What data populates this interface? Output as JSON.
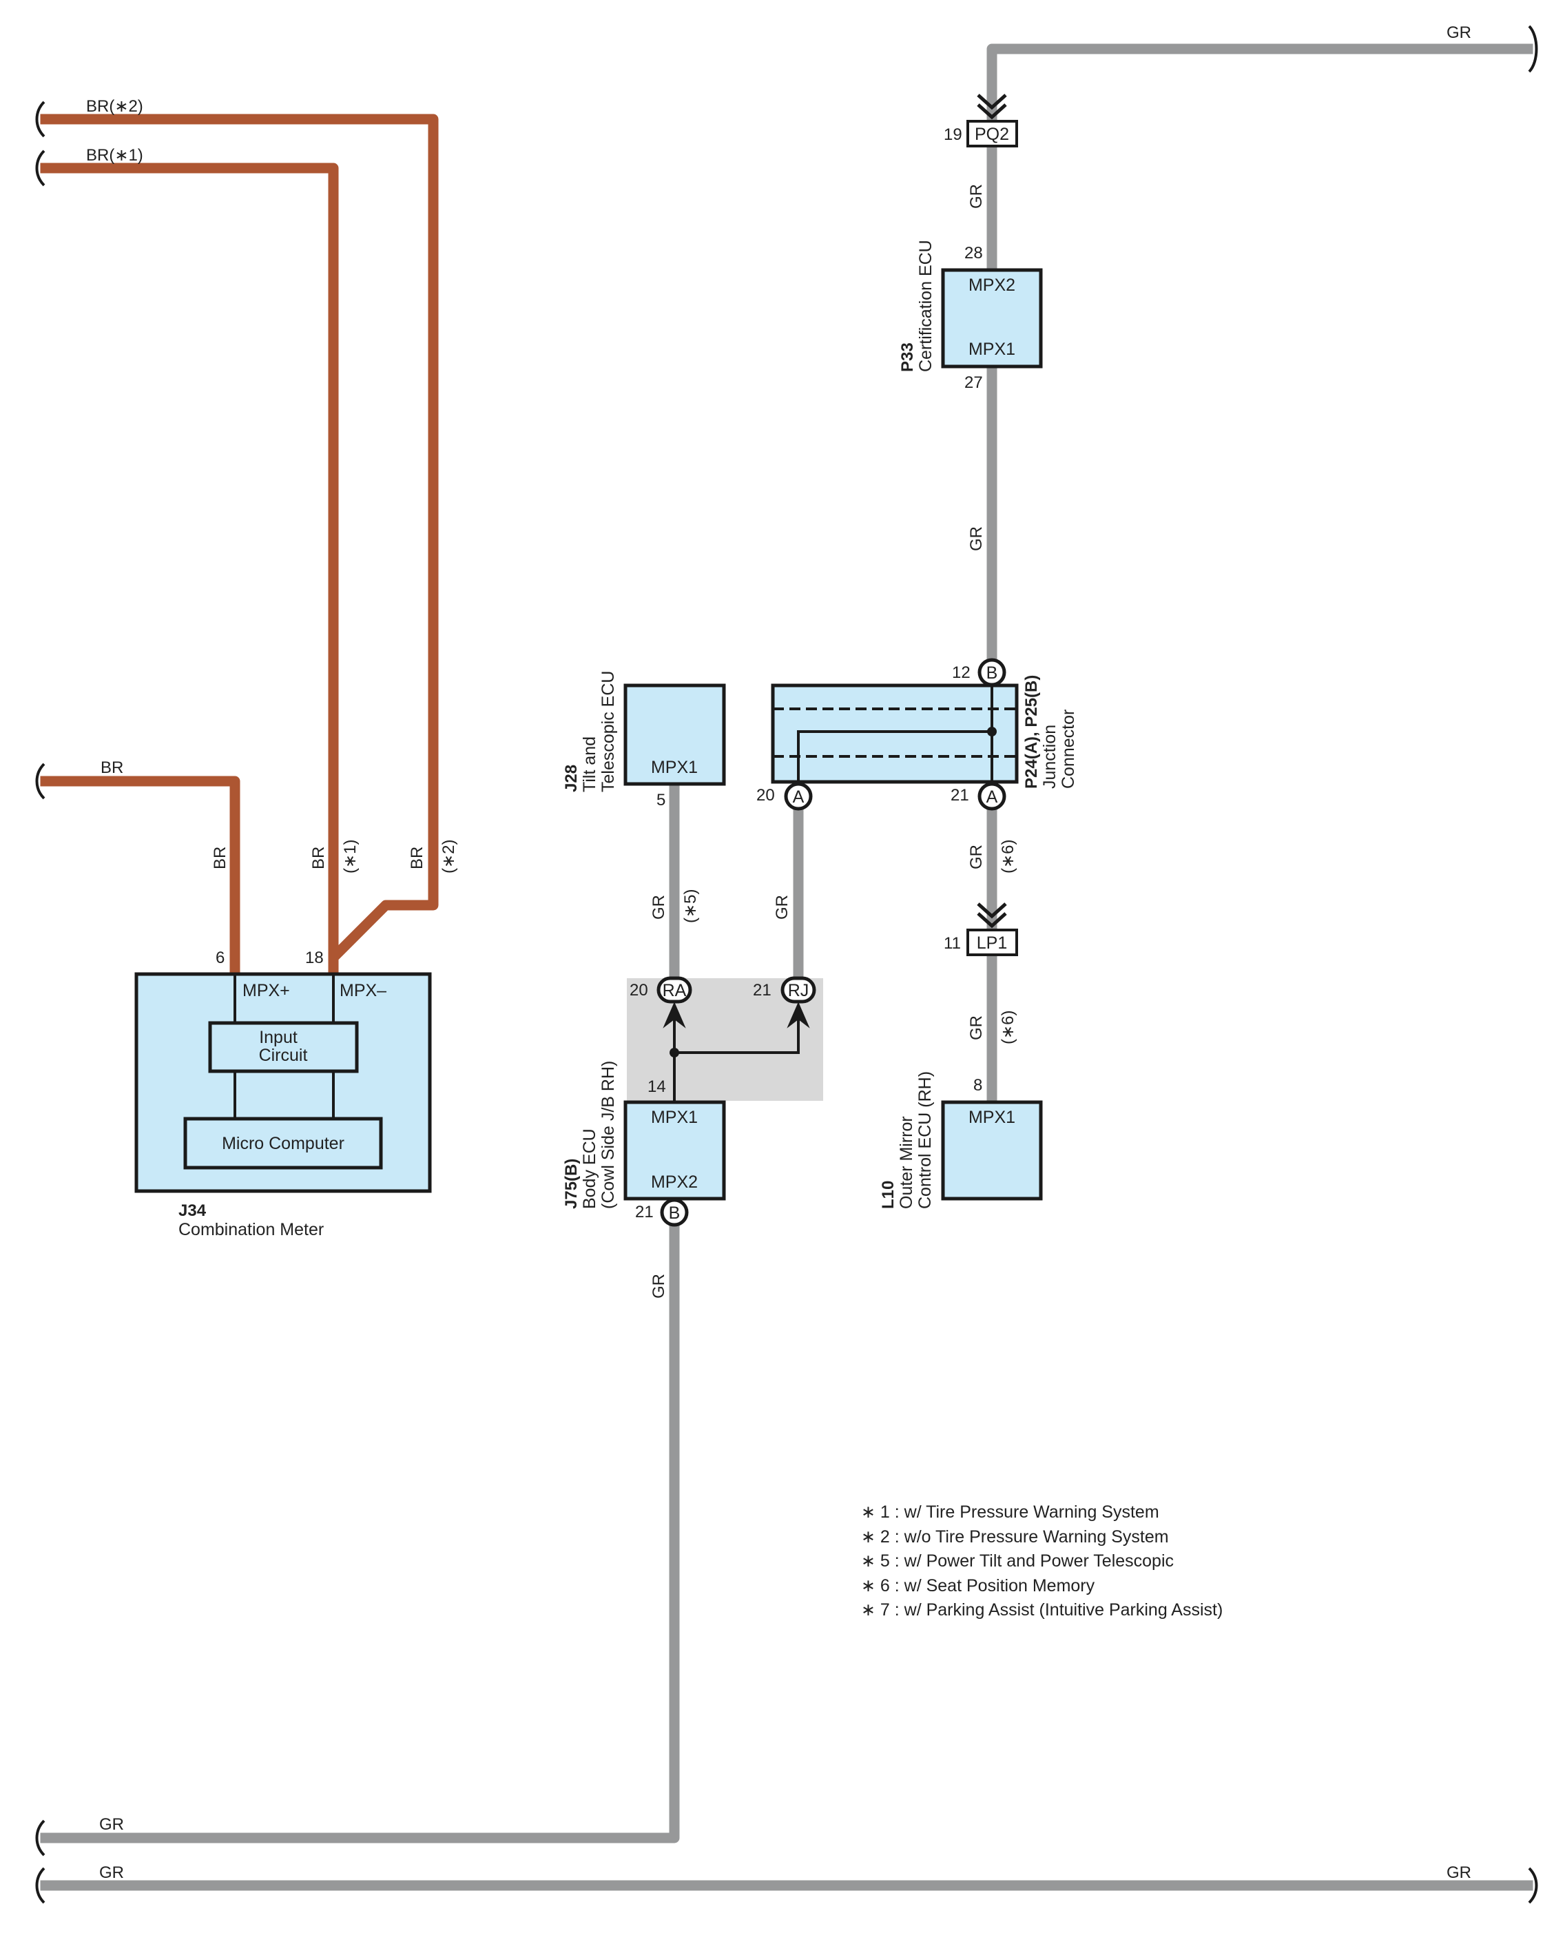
{
  "colors": {
    "wire_br": "#ad5632",
    "wire_gr": "#979899",
    "component_fill": "#c9e9f8",
    "jb_shade": "#d8d8d8",
    "outline": "#1a1a1a"
  },
  "wires": {
    "br_top": "BR(∗2)",
    "br_second": "BR(∗1)",
    "br_left": "BR",
    "br_v1": "BR",
    "br_v2": "BR",
    "br_v3": "BR",
    "br_v2_note": "(∗1)",
    "br_v3_note": "(∗2)",
    "gr_top": "GR",
    "gr_pq2": "GR",
    "gr_mid": "GR",
    "gr_a21": "GR",
    "gr_a21_note": "(∗6)",
    "gr_lp1": "GR",
    "gr_lp1_note": "(∗6)",
    "gr_j28": "GR",
    "gr_j28_note": "(∗5)",
    "gr_a20": "GR",
    "gr_body": "GR",
    "gr_bottom1": "GR",
    "gr_bottom2_left": "GR",
    "gr_bottom2_right": "GR"
  },
  "components": {
    "j34": {
      "code": "J34",
      "name": "Combination Meter",
      "mpx_plus": "MPX+",
      "mpx_minus": "MPX–",
      "input_line1": "Input",
      "input_line2": "Circuit",
      "micro": "Micro Computer",
      "pin_plus": "6",
      "pin_minus": "18"
    },
    "p33": {
      "code": "P33",
      "name": "Certification ECU",
      "mpx2": "MPX2",
      "mpx1": "MPX1",
      "pin_top": "28",
      "pin_bottom": "27"
    },
    "j28": {
      "code": "J28",
      "name1": "Tilt and",
      "name2": "Telescopic ECU",
      "mpx1": "MPX1",
      "pin": "5"
    },
    "p24": {
      "code": "P24(A), P25(B)",
      "name1": "Junction",
      "name2": "Connector",
      "pin_b12": "12",
      "pin_a20": "20",
      "pin_a21": "21",
      "conn_a": "A",
      "conn_b": "B"
    },
    "j75": {
      "code": "J75(B)",
      "name1": "Body ECU",
      "name2": "(Cowl Side J/B RH)",
      "mpx1": "MPX1",
      "mpx2": "MPX2",
      "pin_14": "14",
      "pin_21": "21",
      "conn_b": "B",
      "pin_ra": "20",
      "pin_rj": "21",
      "conn_ra": "RA",
      "conn_rj": "RJ"
    },
    "l10": {
      "code": "L10",
      "name1": "Outer Mirror",
      "name2": "Control ECU (RH)",
      "mpx1": "MPX1",
      "pin": "8"
    }
  },
  "connectors": {
    "pq2": {
      "label": "PQ2",
      "pin": "19"
    },
    "lp1": {
      "label": "LP1",
      "pin": "11"
    }
  },
  "notes": [
    "∗ 1 : w/ Tire Pressure Warning System",
    "∗ 2 : w/o Tire Pressure Warning System",
    "∗ 5 : w/ Power Tilt and Power Telescopic",
    "∗ 6 : w/ Seat Position Memory",
    "∗ 7 : w/ Parking Assist (Intuitive Parking Assist)"
  ]
}
